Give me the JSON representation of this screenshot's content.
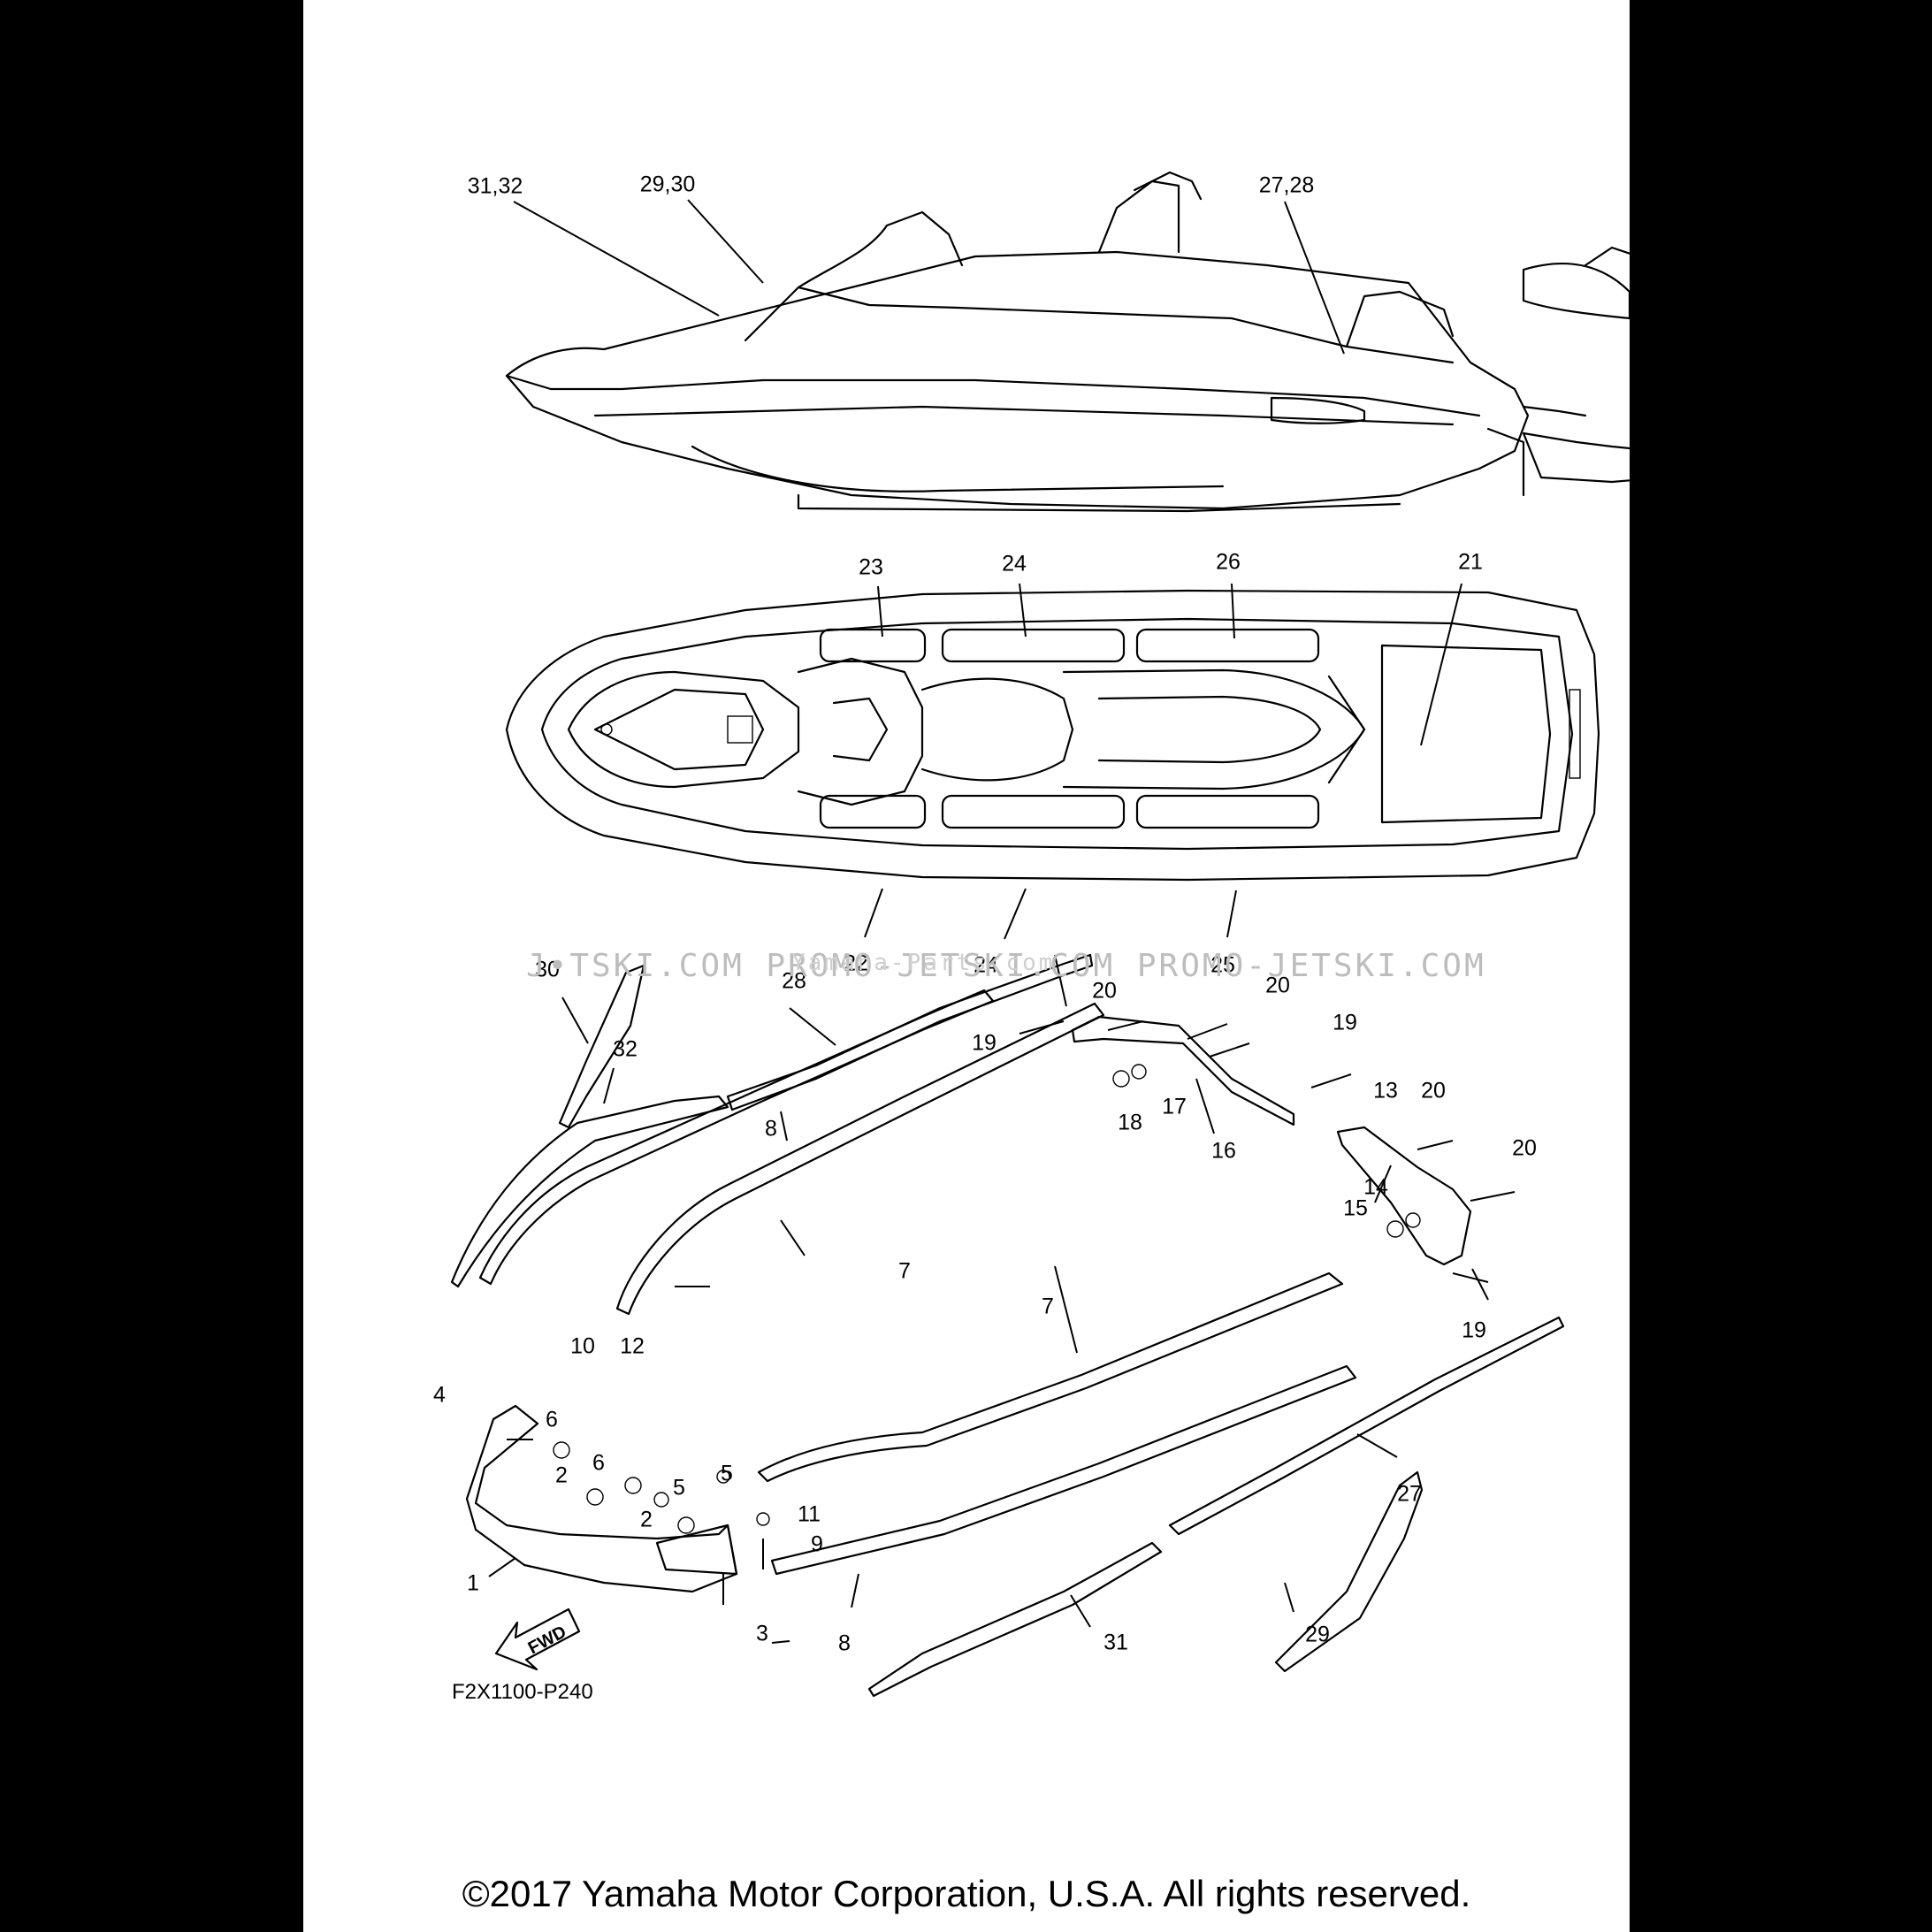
{
  "callouts": {
    "c31_32": "31,32",
    "c29_30": "29,30",
    "c27_28": "27,28",
    "c23": "23",
    "c24a": "24",
    "c26": "26",
    "c21": "21",
    "c22": "22",
    "c24b": "24",
    "c25": "25",
    "c30": "30",
    "c28": "28",
    "c32": "32",
    "c20a": "20",
    "c19a": "19",
    "c20b": "20",
    "c19b": "19",
    "c18": "18",
    "c17": "17",
    "c16": "16",
    "c13": "13",
    "c20c": "20",
    "c20d": "20",
    "c14": "14",
    "c15": "15",
    "c19c": "19",
    "c8a": "8",
    "c7a": "7",
    "c7b": "7",
    "c10": "10",
    "c12": "12",
    "c4": "4",
    "c6a": "6",
    "c2a": "2",
    "c6b": "6",
    "c5a": "5",
    "c5b": "5",
    "c2b": "2",
    "c11": "11",
    "c9": "9",
    "c1": "1",
    "c3": "3",
    "c8b": "8",
    "c31": "31",
    "c29": "29",
    "c27": "27",
    "fwd": "FWD"
  },
  "watermark": "J•TSKI.COM  PROMO-JETSKI.COM PROMO-JETSKI.COM",
  "watermark_faint": "Yamaha-Parts.com",
  "diagram_code": "F2X1100-P240",
  "copyright": "©2017 Yamaha Motor Corporation, U.S.A. All rights reserved."
}
